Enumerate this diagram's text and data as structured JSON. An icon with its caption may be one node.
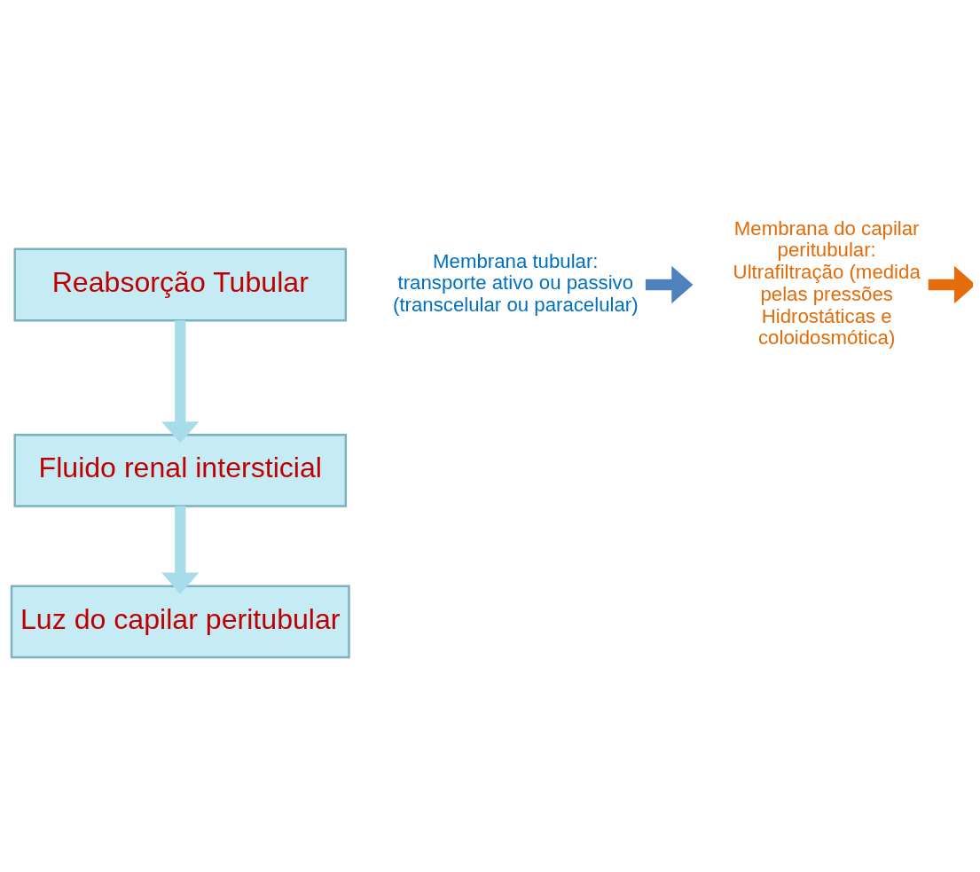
{
  "diagram": {
    "nodes": [
      {
        "text": [
          "Reabsorção Tubular"
        ]
      },
      {
        "text": [
          "Membrana tubular: transporte ativo ou passivo (transcelular ou paracelular)"
        ]
      },
      {
        "text": [
          "Fluido renal intersticial"
        ]
      },
      {
        "text": [
          "Membrana do capilar peritubular: Ultrafiltração (medida pelas pressões Hidrostáticas e coloidosmótica)"
        ]
      },
      {
        "text": [
          "Luz do capilar peritubular"
        ]
      }
    ],
    "edges": [
      {
        "from": 0,
        "to": 2,
        "arrow": "to"
      },
      {
        "from": 1,
        "to": null,
        "arrow": "to",
        "color": "#4f81bd"
      },
      {
        "from": 2,
        "to": 4,
        "arrow": "to"
      },
      {
        "from": 3,
        "to": null,
        "arrow": "to",
        "color": "#e46c0a"
      }
    ]
  }
}
